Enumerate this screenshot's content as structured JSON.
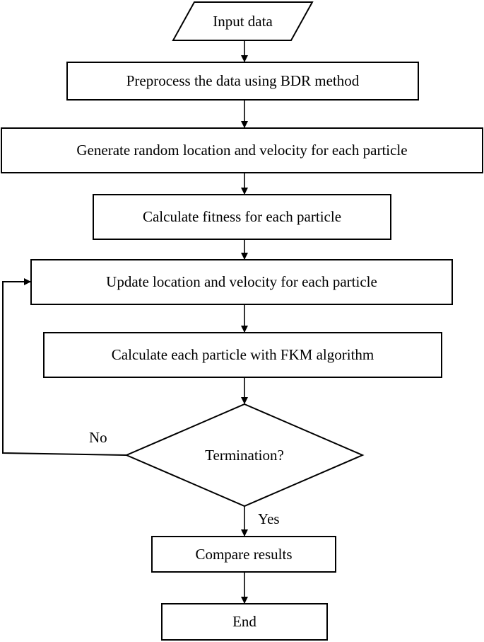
{
  "flowchart": {
    "nodes": {
      "input": "Input data",
      "preprocess": "Preprocess the data using BDR method",
      "generate": "Generate random location and velocity for each particle",
      "fitness": "Calculate fitness for each particle",
      "update": "Update location and velocity for each particle",
      "fkm": "Calculate each particle with FKM algorithm",
      "termination": "Termination?",
      "compare": "Compare results",
      "end": "End"
    },
    "edges": {
      "no_label": "No",
      "yes_label": "Yes"
    }
  }
}
